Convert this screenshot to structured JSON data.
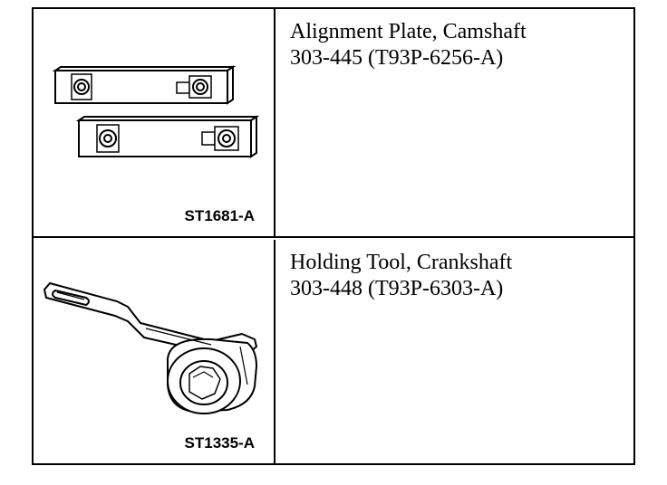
{
  "rows": [
    {
      "tool_name": "Alignment Plate, Camshaft",
      "tool_number": "303-445 (T93P-6256-A)",
      "figure_code": "ST1681-A",
      "illustration": "camshaft-alignment-plates"
    },
    {
      "tool_name": "Holding Tool, Crankshaft",
      "tool_number": "303-448 (T93P-6303-A)",
      "figure_code": "ST1335-A",
      "illustration": "crankshaft-holding-tool"
    }
  ]
}
